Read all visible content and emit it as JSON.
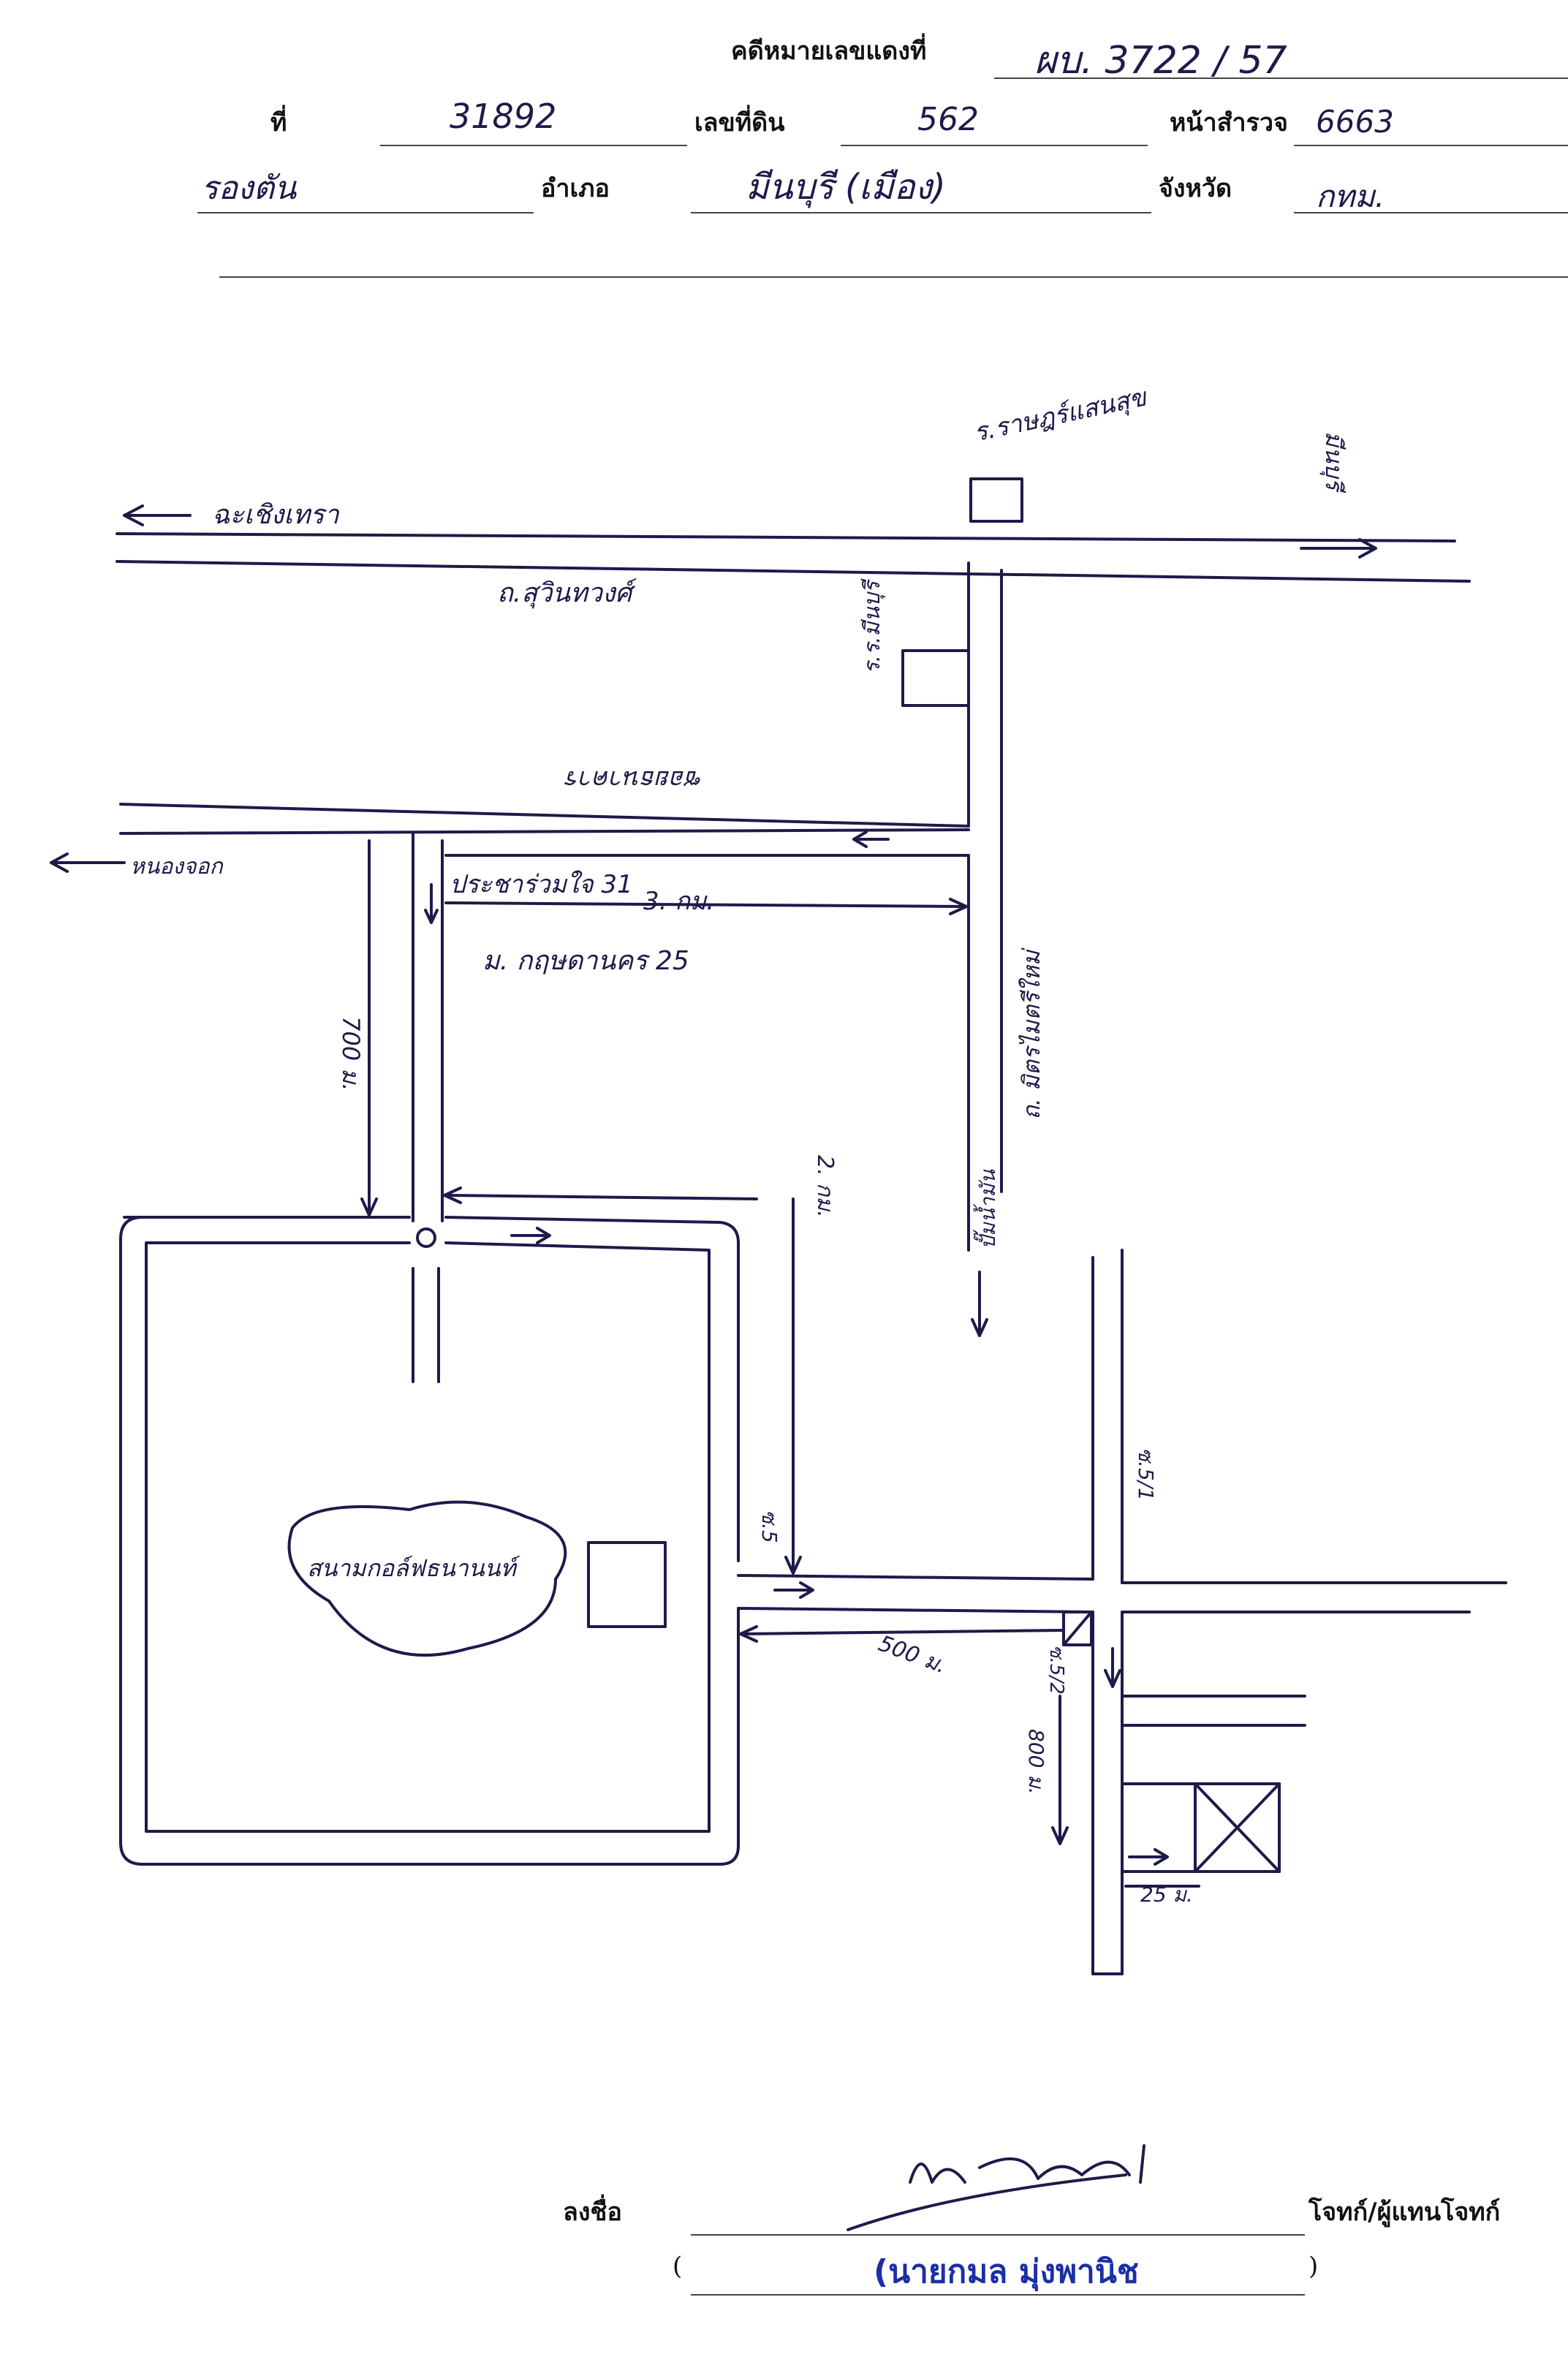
{
  "header": {
    "red_case_label": "คดีหมายเลขแดงที่",
    "red_case_value": "ผบ. 3722 / 57",
    "deed_label_fragment": "ที่",
    "deed_value": "31892",
    "land_no_label": "เลขที่ดิน",
    "land_no_value": "562",
    "survey_page_label": "หน้าสำรวจ",
    "survey_page_value": "6663",
    "subdistrict_value": "รองตัน",
    "district_label": "อำเภอ",
    "district_value": "มีนบุรี (เมือง)",
    "province_label": "จังหวัด",
    "province_value": "กทม."
  },
  "map_labels": {
    "to_chachoengsao": "ฉะเชิงเทรา",
    "sukhumvit_road": "ถ.สุวินทวงศ์",
    "market_top": "ร.ราษฎร์แสนสุข",
    "to_minburi": "มีนบุรี",
    "school": "ร.ร.มีนบุรี",
    "bank_soi": "ซอยธนาคาร",
    "to_nong_chok": "หนองจอก",
    "soi_prachaniwet": "ประชาร่วมใจ 31",
    "distance_3km": "3. กม.",
    "village_name": "ม. กฤษดานคร 25",
    "distance_700m": "700 ม.",
    "new_road": "ถ. มิตรไมตรีใหม่",
    "petrol_station": "ปั๊มน้ำมัน",
    "distance_2km": "2. กม.",
    "golf_course": "สนามกอล์ฟธนานนท์",
    "soi_5": "ซ.5",
    "soi_5_1": "ซ.5/1",
    "soi_5_2": "ซ.5/2",
    "distance_500m": "500 ม.",
    "distance_800m": "800 ม.",
    "distance_25m": "25 ม."
  },
  "footer": {
    "sign_label": "ลงชื่อ",
    "role_label": "โจทก์/ผู้แทนโจทก์",
    "name_stamp": "(นายกมล มุ่งพานิช",
    "open_paren": "(",
    "close_paren": ")"
  }
}
